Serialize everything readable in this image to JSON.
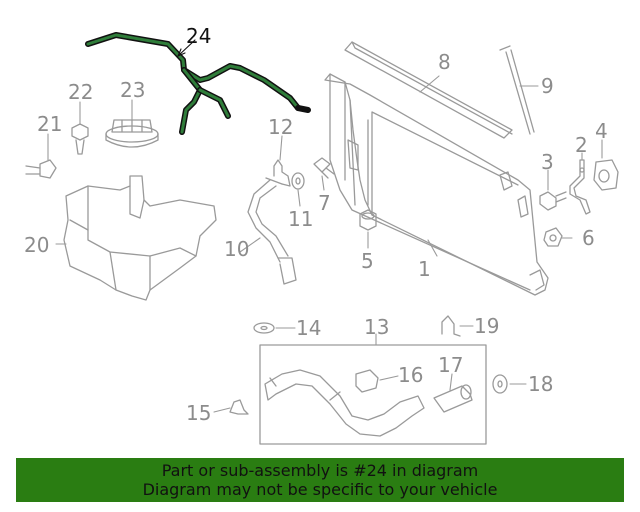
{
  "diagram": {
    "callouts": [
      {
        "id": "1",
        "label": "1"
      },
      {
        "id": "2",
        "label": "2"
      },
      {
        "id": "3",
        "label": "3"
      },
      {
        "id": "4",
        "label": "4"
      },
      {
        "id": "5",
        "label": "5"
      },
      {
        "id": "6",
        "label": "6"
      },
      {
        "id": "7",
        "label": "7"
      },
      {
        "id": "8",
        "label": "8"
      },
      {
        "id": "9",
        "label": "9"
      },
      {
        "id": "10",
        "label": "10"
      },
      {
        "id": "11",
        "label": "11"
      },
      {
        "id": "12",
        "label": "12"
      },
      {
        "id": "13",
        "label": "13"
      },
      {
        "id": "14",
        "label": "14"
      },
      {
        "id": "15",
        "label": "15"
      },
      {
        "id": "16",
        "label": "16"
      },
      {
        "id": "17",
        "label": "17"
      },
      {
        "id": "18",
        "label": "18"
      },
      {
        "id": "19",
        "label": "19"
      },
      {
        "id": "20",
        "label": "20"
      },
      {
        "id": "21",
        "label": "21"
      },
      {
        "id": "22",
        "label": "22"
      },
      {
        "id": "23",
        "label": "23"
      },
      {
        "id": "24",
        "label": "24"
      }
    ],
    "highlighted_part": "24",
    "colors": {
      "highlight": "#1f5c2c",
      "line": "#9a9a9a",
      "banner": "#2a7d12"
    }
  },
  "banner": {
    "line1": "Part or sub-assembly is #24 in diagram",
    "line2": "Diagram may not be specific to your vehicle"
  }
}
